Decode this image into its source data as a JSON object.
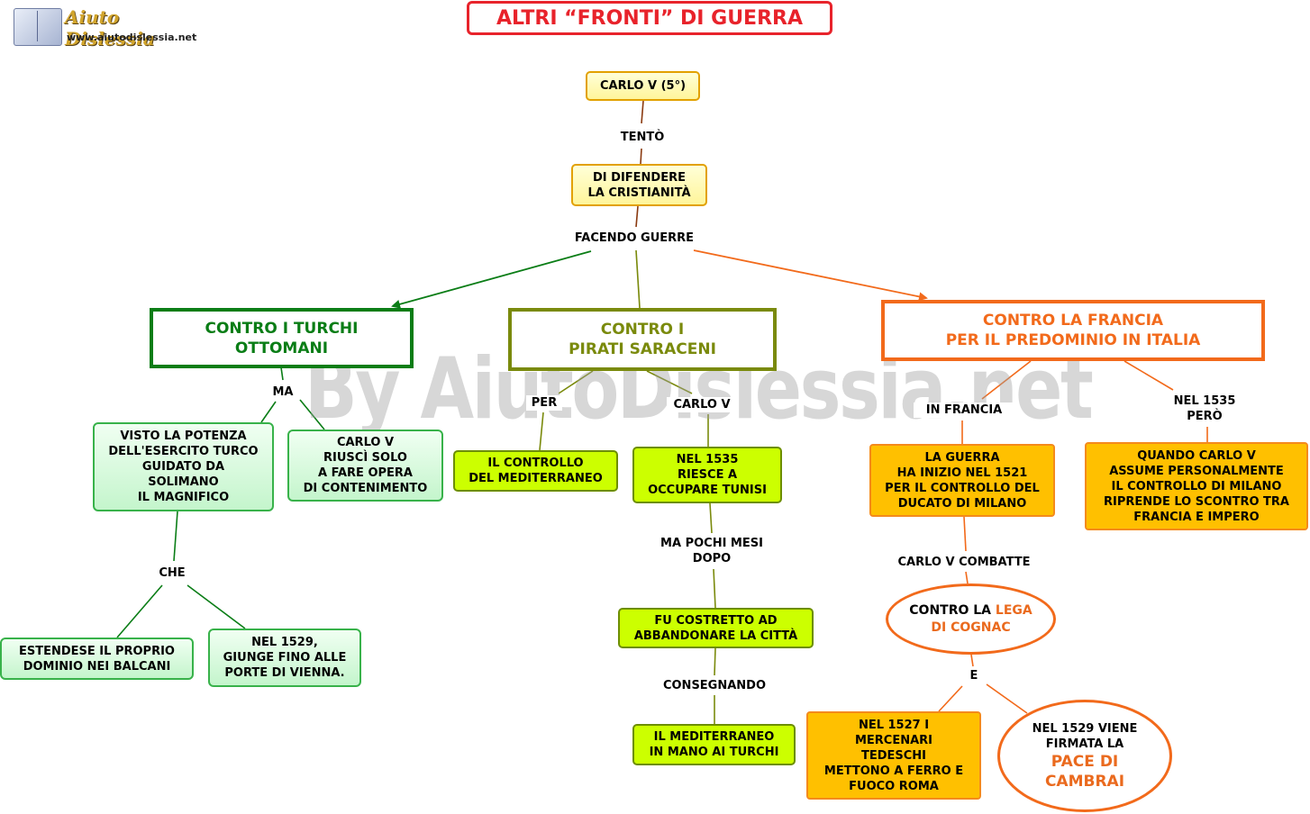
{
  "header": {
    "title": "ALTRI “FRONTI” DI GUERRA",
    "logo_name": "Aiuto Dislessia",
    "logo_url": "www.aiutodislessia.net"
  },
  "watermark": "By AiutoDislessia.net",
  "colors": {
    "title_red": "#e8232b",
    "yellow_node": "#fff59a",
    "green_branch": "#0a7d16",
    "green_node": "#c4f5cc",
    "olive_branch": "#7a8a0c",
    "lime_node": "#ccff00",
    "orange_branch": "#f26a1b",
    "orange_node": "#ffc000"
  },
  "nodes": {
    "carlo_v": "CARLO V (5°)",
    "difendere": "DI DIFENDERE\nLA CRISTIANITÀ",
    "turchi": "CONTRO I TURCHI\nOTTOMANI",
    "pirati": "CONTRO I\nPIRATI SARACENI",
    "francia": "CONTRO LA FRANCIA\nPER IL PREDOMINIO IN ITALIA",
    "potenza": "VISTO LA POTENZA\nDELL'ESERCITO TURCO\nGUIDATO DA\nSOLIMANO\nIL MAGNIFICO",
    "contenimento": "CARLO V\nRIUSCÌ SOLO\nA FARE OPERA\nDI CONTENIMENTO",
    "balcani": "ESTENDESE IL PROPRIO\nDOMINIO NEI BALCANI",
    "vienna": "NEL 1529,\nGIUNGE FINO ALLE\nPORTE DI VIENNA.",
    "mediterraneo": "IL CONTROLLO\nDEL MEDITERRANEO",
    "tunisi": "NEL 1535\nRIESCE A\nOCCUPARE TUNISI",
    "abbandonare": "FU COSTRETTO AD\nABBANDONARE LA CITTÀ",
    "turchi_mare": "IL MEDITERRANEO\nIN MANO AI TURCHI",
    "guerra_1521": "LA GUERRA\nHA INIZIO NEL 1521\nPER IL CONTROLLO DEL\nDUCATO DI MILANO",
    "milano": "QUANDO CARLO V\nASSUME PERSONALMENTE\nIL CONTROLLO DI MILANO\nRIPRENDE  LO SCONTRO TRA\nFRANCIA E IMPERO",
    "lega_pre": "CONTRO LA ",
    "lega_hl1": "LEGA",
    "lega_hl2": "DI COGNAC",
    "roma": "NEL 1527 I\nMERCENARI\nTEDESCHI\nMETTONO A  FERRO E\nFUOCO ROMA",
    "cambrai_pre": "NEL 1529 VIENE\nFIRMATA LA",
    "cambrai_hl": "PACE DI\nCAMBRAI"
  },
  "links": {
    "tento": "TENTÒ",
    "facendo": "FACENDO GUERRE",
    "ma": "MA",
    "che": "CHE",
    "per": "PER",
    "carlo_v": "CARLO V",
    "pochi_mesi": "MA POCHI MESI\nDOPO",
    "consegnando": "CONSEGNANDO",
    "in_francia": "IN FRANCIA",
    "nel_1535_pero": "NEL 1535\nPERÒ",
    "combatte": "CARLO V COMBATTE",
    "e": "E"
  }
}
